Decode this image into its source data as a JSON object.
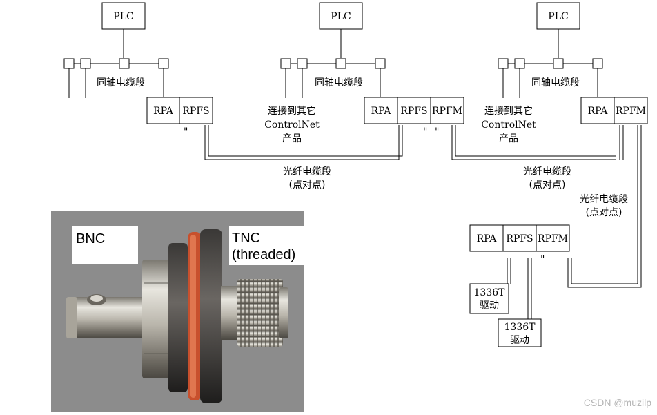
{
  "network1": {
    "plc": "PLC",
    "cable_label": "同轴电缆段",
    "modules": [
      "RPA",
      "RPFS"
    ]
  },
  "network2": {
    "plc": "PLC",
    "cable_label": "同轴电缆段",
    "other_products": [
      "连接到其它",
      "ControlNet",
      "产品"
    ],
    "modules": [
      "RPA",
      "RPFS",
      "RPFM"
    ]
  },
  "network3": {
    "plc": "PLC",
    "cable_label": "同轴电缆段",
    "other_products": [
      "连接到其它",
      "ControlNet",
      "产品"
    ],
    "modules": [
      "RPA",
      "RPFM"
    ]
  },
  "fiber_segments": [
    [
      "光纤电缆段",
      "(点对点)"
    ],
    [
      "光纤电缆段",
      "(点对点)"
    ],
    [
      "光纤电缆段",
      "(点对点)"
    ]
  ],
  "lower_group": {
    "modules": [
      "RPA",
      "RPFS",
      "RPFM"
    ],
    "drive1": [
      "1336T",
      "驱动"
    ],
    "drive2": [
      "1336T",
      "驱动"
    ]
  },
  "photo": {
    "label_left": "BNC",
    "label_right": [
      "TNC",
      "(threaded)"
    ]
  },
  "watermark": "CSDN @muzilp",
  "colors": {
    "photo_bg": "#8c8c8c",
    "gasket": "#c8502d",
    "metal": "#bdbab2"
  }
}
